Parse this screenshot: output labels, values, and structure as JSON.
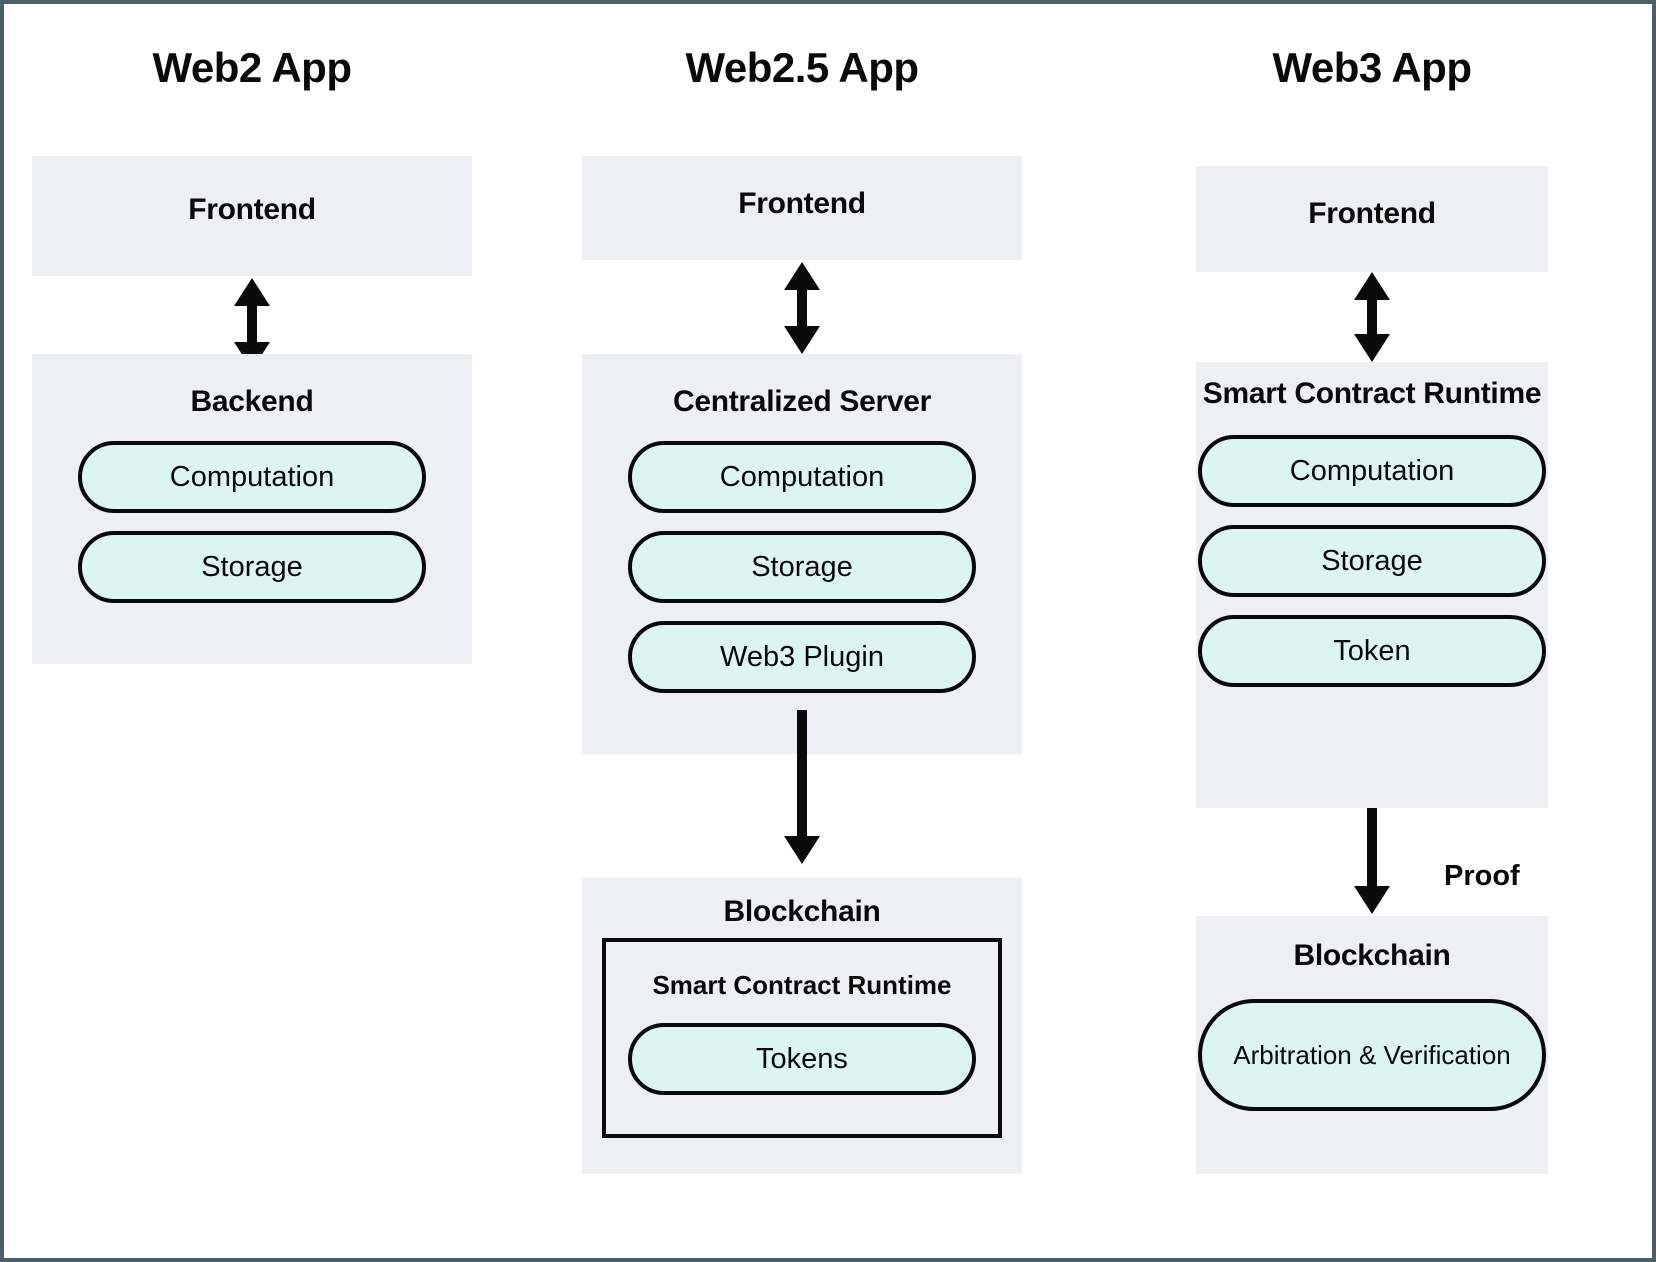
{
  "diagram": {
    "title_bar_color": "#4a6068",
    "block_fill": "#eeeff3",
    "pill_fill": "#ddf5f0",
    "stroke": "#0a0a0a",
    "columns": [
      {
        "id": "web2",
        "title": "Web2 App",
        "blocks": [
          {
            "id": "frontend",
            "label": "Frontend",
            "items": []
          },
          {
            "id": "backend",
            "label": "Backend",
            "items": [
              "Computation",
              "Storage"
            ]
          }
        ],
        "connectors": [
          {
            "id": "frontend-backend",
            "kind": "double",
            "label": ""
          }
        ]
      },
      {
        "id": "web25",
        "title": "Web2.5 App",
        "blocks": [
          {
            "id": "frontend",
            "label": "Frontend",
            "items": []
          },
          {
            "id": "centralized-server",
            "label": "Centralized Server",
            "items": [
              "Computation",
              "Storage",
              "Web3 Plugin"
            ]
          },
          {
            "id": "blockchain",
            "label": "Blockchain",
            "inner": {
              "label": "Smart Contract Runtime",
              "items": [
                "Tokens"
              ]
            }
          }
        ],
        "connectors": [
          {
            "id": "frontend-server",
            "kind": "double",
            "label": ""
          },
          {
            "id": "server-blockchain",
            "kind": "down",
            "label": ""
          }
        ]
      },
      {
        "id": "web3",
        "title": "Web3 App",
        "blocks": [
          {
            "id": "frontend",
            "label": "Frontend",
            "items": []
          },
          {
            "id": "smart-contract-runtime",
            "label": "Smart Contract Runtime",
            "items": [
              "Computation",
              "Storage",
              "Token"
            ]
          },
          {
            "id": "blockchain",
            "label": "Blockchain",
            "items": [
              "Arbitration & Verification"
            ]
          }
        ],
        "connectors": [
          {
            "id": "frontend-runtime",
            "kind": "double",
            "label": ""
          },
          {
            "id": "runtime-blockchain",
            "kind": "down",
            "label": "Proof"
          }
        ]
      }
    ]
  }
}
